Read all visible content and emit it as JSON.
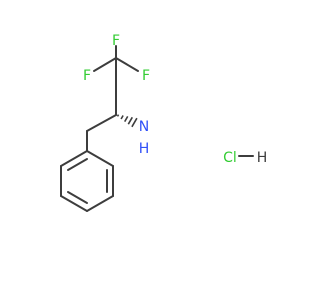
{
  "molecule": {
    "atoms": {
      "fluorine": "F",
      "nitrogen": "N",
      "hydrogen": "H",
      "chlorine": "Cl"
    },
    "colors": {
      "bond": "#3d3d3d",
      "fluorine": "#33cc33",
      "nitrogen": "#3050f8",
      "chlorine": "#33cc33",
      "hydrogen": "#3d3d3d"
    }
  }
}
